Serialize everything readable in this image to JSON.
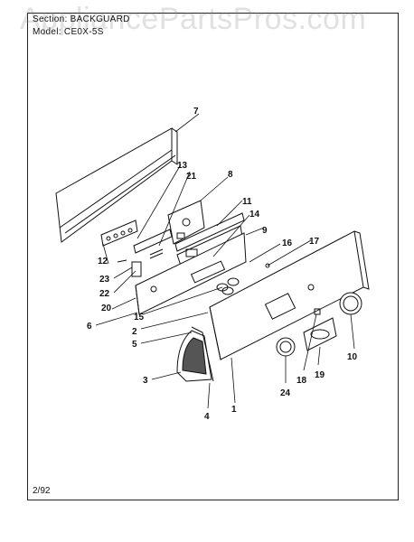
{
  "header": {
    "section_label": "Section:",
    "section_value": "BACKGUARD",
    "model_label": "Model:",
    "model_value": "CE0X-5S"
  },
  "watermark": "AppliancePartsPros.com",
  "footer": {
    "date": "2/92"
  },
  "callouts": {
    "p1": "1",
    "p2": "2",
    "p3": "3",
    "p4": "4",
    "p5": "5",
    "p6": "6",
    "p7": "7",
    "p8": "8",
    "p9": "9",
    "p10": "10",
    "p11": "11",
    "p12": "12",
    "p13": "13",
    "p14": "14",
    "p15": "15",
    "p16": "16",
    "p17": "17",
    "p18": "18",
    "p19": "19",
    "p20": "20",
    "p21": "21",
    "p22": "22",
    "p23": "23",
    "p24": "24"
  },
  "colors": {
    "ink": "#111111",
    "paper": "#ffffff"
  }
}
